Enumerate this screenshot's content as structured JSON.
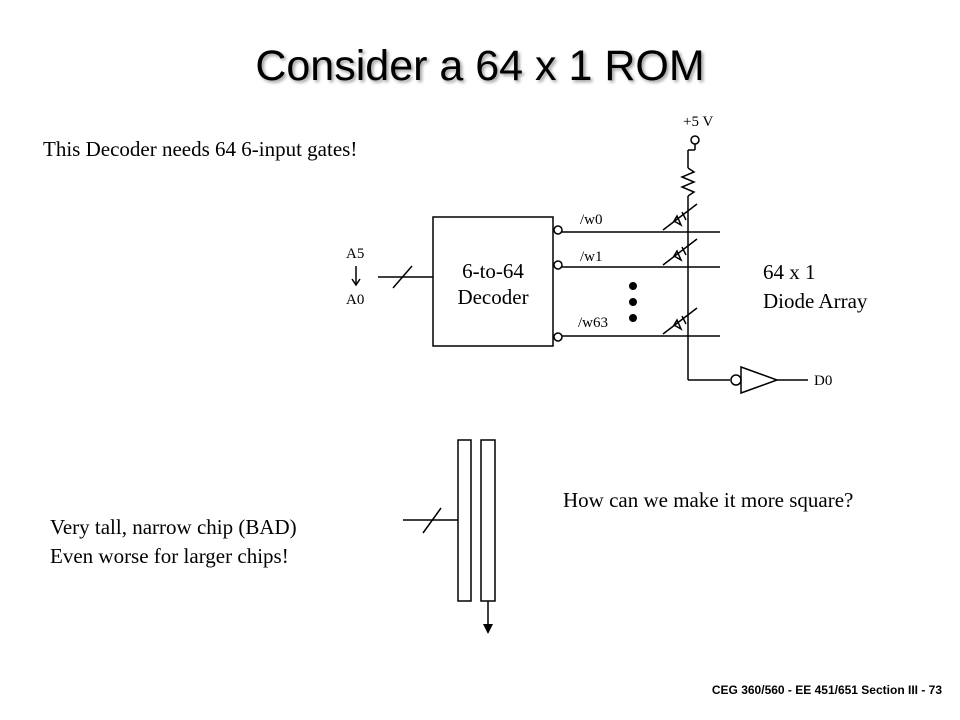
{
  "title": "Consider a 64 x 1 ROM",
  "notes": {
    "decoder_needs": "This Decoder needs 64 6-input gates!",
    "tall_line1": "Very tall, narrow chip (BAD)",
    "tall_line2": "Even worse for larger chips!",
    "question": "How can we make it more square?"
  },
  "circuit": {
    "supply": "+5 V",
    "decoder_line1": "6-to-64",
    "decoder_line2": "Decoder",
    "addr_high": "A5",
    "addr_low": "A0",
    "word_lines": [
      "/w0",
      "/w1",
      "/w63"
    ],
    "array_line1": "64 x 1",
    "array_line2": "Diode Array",
    "output": "D0"
  },
  "footer": "CEG 360/560 - EE 451/651  Section III - 73"
}
